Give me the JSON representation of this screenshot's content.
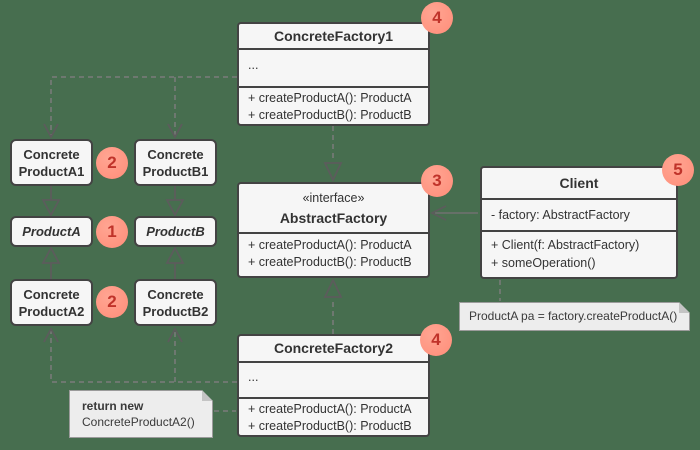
{
  "colors": {
    "background": "#476E4F",
    "box_fill": "#F6F6F6",
    "box_border": "#434343",
    "text": "#333333",
    "connector_line": "#7B7B7B",
    "arrowhead": "#5C5C5C",
    "badge_fill": "#FF8D79",
    "badge_number": "#C0332A",
    "note_fill": "#EDEDED",
    "note_border": "#9B9B9B"
  },
  "badges": {
    "cf1": "4",
    "af": "3",
    "client": "5",
    "cf2": "4",
    "products_row1": "2",
    "products_abstract": "1",
    "products_row2": "2"
  },
  "classes": {
    "cf1": {
      "name": "ConcreteFactory1",
      "ellipsis": "...",
      "methods": [
        "+ createProductA(): ProductA",
        "+ createProductB(): ProductB"
      ]
    },
    "af": {
      "stereotype": "«interface»",
      "name": "AbstractFactory",
      "methods": [
        "+ createProductA(): ProductA",
        "+ createProductB(): ProductB"
      ]
    },
    "client": {
      "name": "Client",
      "field": "- factory: AbstractFactory",
      "methods": [
        "+ Client(f: AbstractFactory)",
        "+ someOperation()"
      ]
    },
    "cf2": {
      "name": "ConcreteFactory2",
      "ellipsis": "...",
      "methods": [
        "+ createProductA(): ProductA",
        "+ createProductB(): ProductB"
      ]
    },
    "cpa1": {
      "line1": "Concrete",
      "line2": "ProductA1"
    },
    "cpb1": {
      "line1": "Concrete",
      "line2": "ProductB1"
    },
    "pa": {
      "name": "ProductA"
    },
    "pb": {
      "name": "ProductB"
    },
    "cpa2": {
      "line1": "Concrete",
      "line2": "ProductA2"
    },
    "cpb2": {
      "line1": "Concrete",
      "line2": "ProductB2"
    }
  },
  "notes": {
    "return_note": {
      "line1": "return new",
      "line2": "ConcreteProductA2()"
    },
    "usage_note": {
      "text": "ProductA pa = factory.createProductA()"
    }
  }
}
